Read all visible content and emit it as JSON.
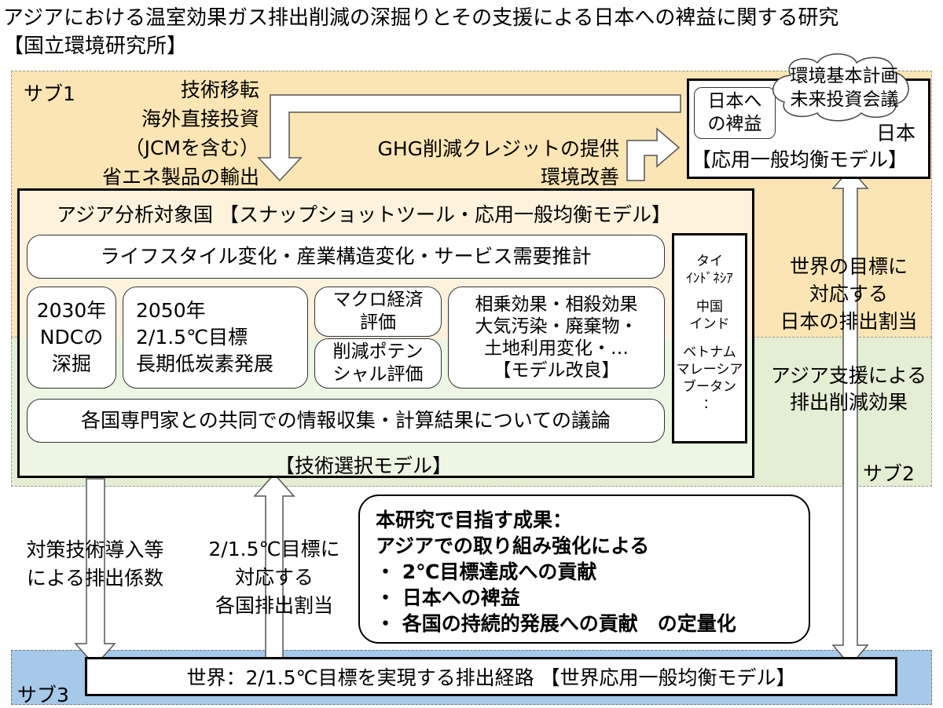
{
  "title_line1": "アジアにおける温室効果ガス排出削減の深掘りとその支援による日本への裨益に関する研究",
  "title_line2": "【国立環境研究所】",
  "sub1_label": "サブ1",
  "sub2_label": "サブ2",
  "sub3_label": "サブ3",
  "flow_to_asia": [
    "技術移転",
    "海外直接投資",
    "（JCMを含む）",
    "省エネ製品の輸出"
  ],
  "flow_to_japan": [
    "GHG削減クレジットの提供",
    "環境改善"
  ],
  "japan_box": {
    "benefit": [
      "日本へ",
      "の裨益"
    ],
    "cloud": [
      "環境基本計画",
      "未来投資会議"
    ],
    "country": "日本",
    "model": "【応用一般均衡モデル】"
  },
  "asia_box": {
    "title": "アジア分析対象国 【スナップショットツール・応用一般均衡モデル】",
    "lifestyle": "ライフスタイル変化・産業構造変化・サービス需要推計",
    "ndc": [
      "2030年",
      "NDCの",
      "深掘"
    ],
    "long_term": [
      "2050年",
      "2/1.5℃目標",
      "長期低炭素発展"
    ],
    "macro": [
      "マクロ経済",
      "評価"
    ],
    "potential": [
      "削減ポテン",
      "シャル評価"
    ],
    "synergy": [
      "相乗効果・相殺効果",
      "大気汚染・廃棄物・",
      "土地利用変化・…",
      "【モデル改良】"
    ],
    "experts": "各国専門家との共同での情報収集・計算結果についての議論",
    "tech_model": "【技術選択モデル】"
  },
  "countries": [
    "タイ",
    "ｲﾝﾄﾞﾈｼｱ",
    "中国",
    "インド",
    "ベトナム",
    "マレーシア",
    "ブータン",
    "："
  ],
  "world_target_text": [
    "世界の目標に",
    "対応する",
    "日本の排出割当"
  ],
  "asia_support_text": [
    "アジア支援による",
    "排出削減効果"
  ],
  "left_arrow_text": [
    "対策技術導入等",
    "による排出係数"
  ],
  "mid_arrow_text": [
    "2/1.5℃目標に",
    "対応する",
    "各国排出割当"
  ],
  "results": [
    "本研究で目指す成果：",
    "アジアでの取り組み強化による",
    "・ 2℃目標達成への貢献",
    "・ 日本への裨益",
    "・ 各国の持続的発展への貢献　の定量化"
  ],
  "world_box": "世界：2/1.5℃目標を実現する排出経路 【世界応用一般均衡モデル】",
  "colors": {
    "sub1_bg": "#fbe5b4",
    "sub2_bg": "#e3eed2",
    "sub3_bg": "#a6c8e9",
    "asia_top": "#fdf3dc",
    "asia_bottom": "#edf5e3"
  }
}
